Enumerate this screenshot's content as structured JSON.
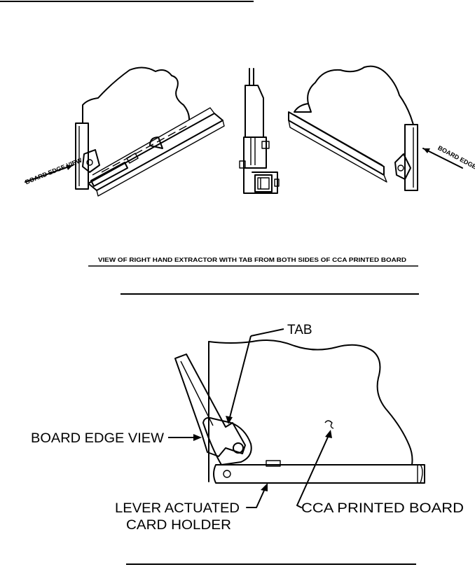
{
  "labels": {
    "board_edge_view_small": "BOARD EDGE VIEW",
    "caption": "VIEW OF RIGHT HAND EXTRACTOR WITH TAB FROM BOTH SIDES OF CCA PRINTED BOARD",
    "tab": "TAB",
    "board_edge_view": "BOARD EDGE VIEW",
    "lever_line1": "LEVER ACTUATED",
    "lever_line2": "CARD HOLDER",
    "cca_printed_board": "CCA PRINTED BOARD"
  },
  "icons": [
    "left-extractor-drawing",
    "edge-extractor-drawing",
    "right-extractor-drawing",
    "card-holder-drawing",
    "arrow-icon"
  ]
}
